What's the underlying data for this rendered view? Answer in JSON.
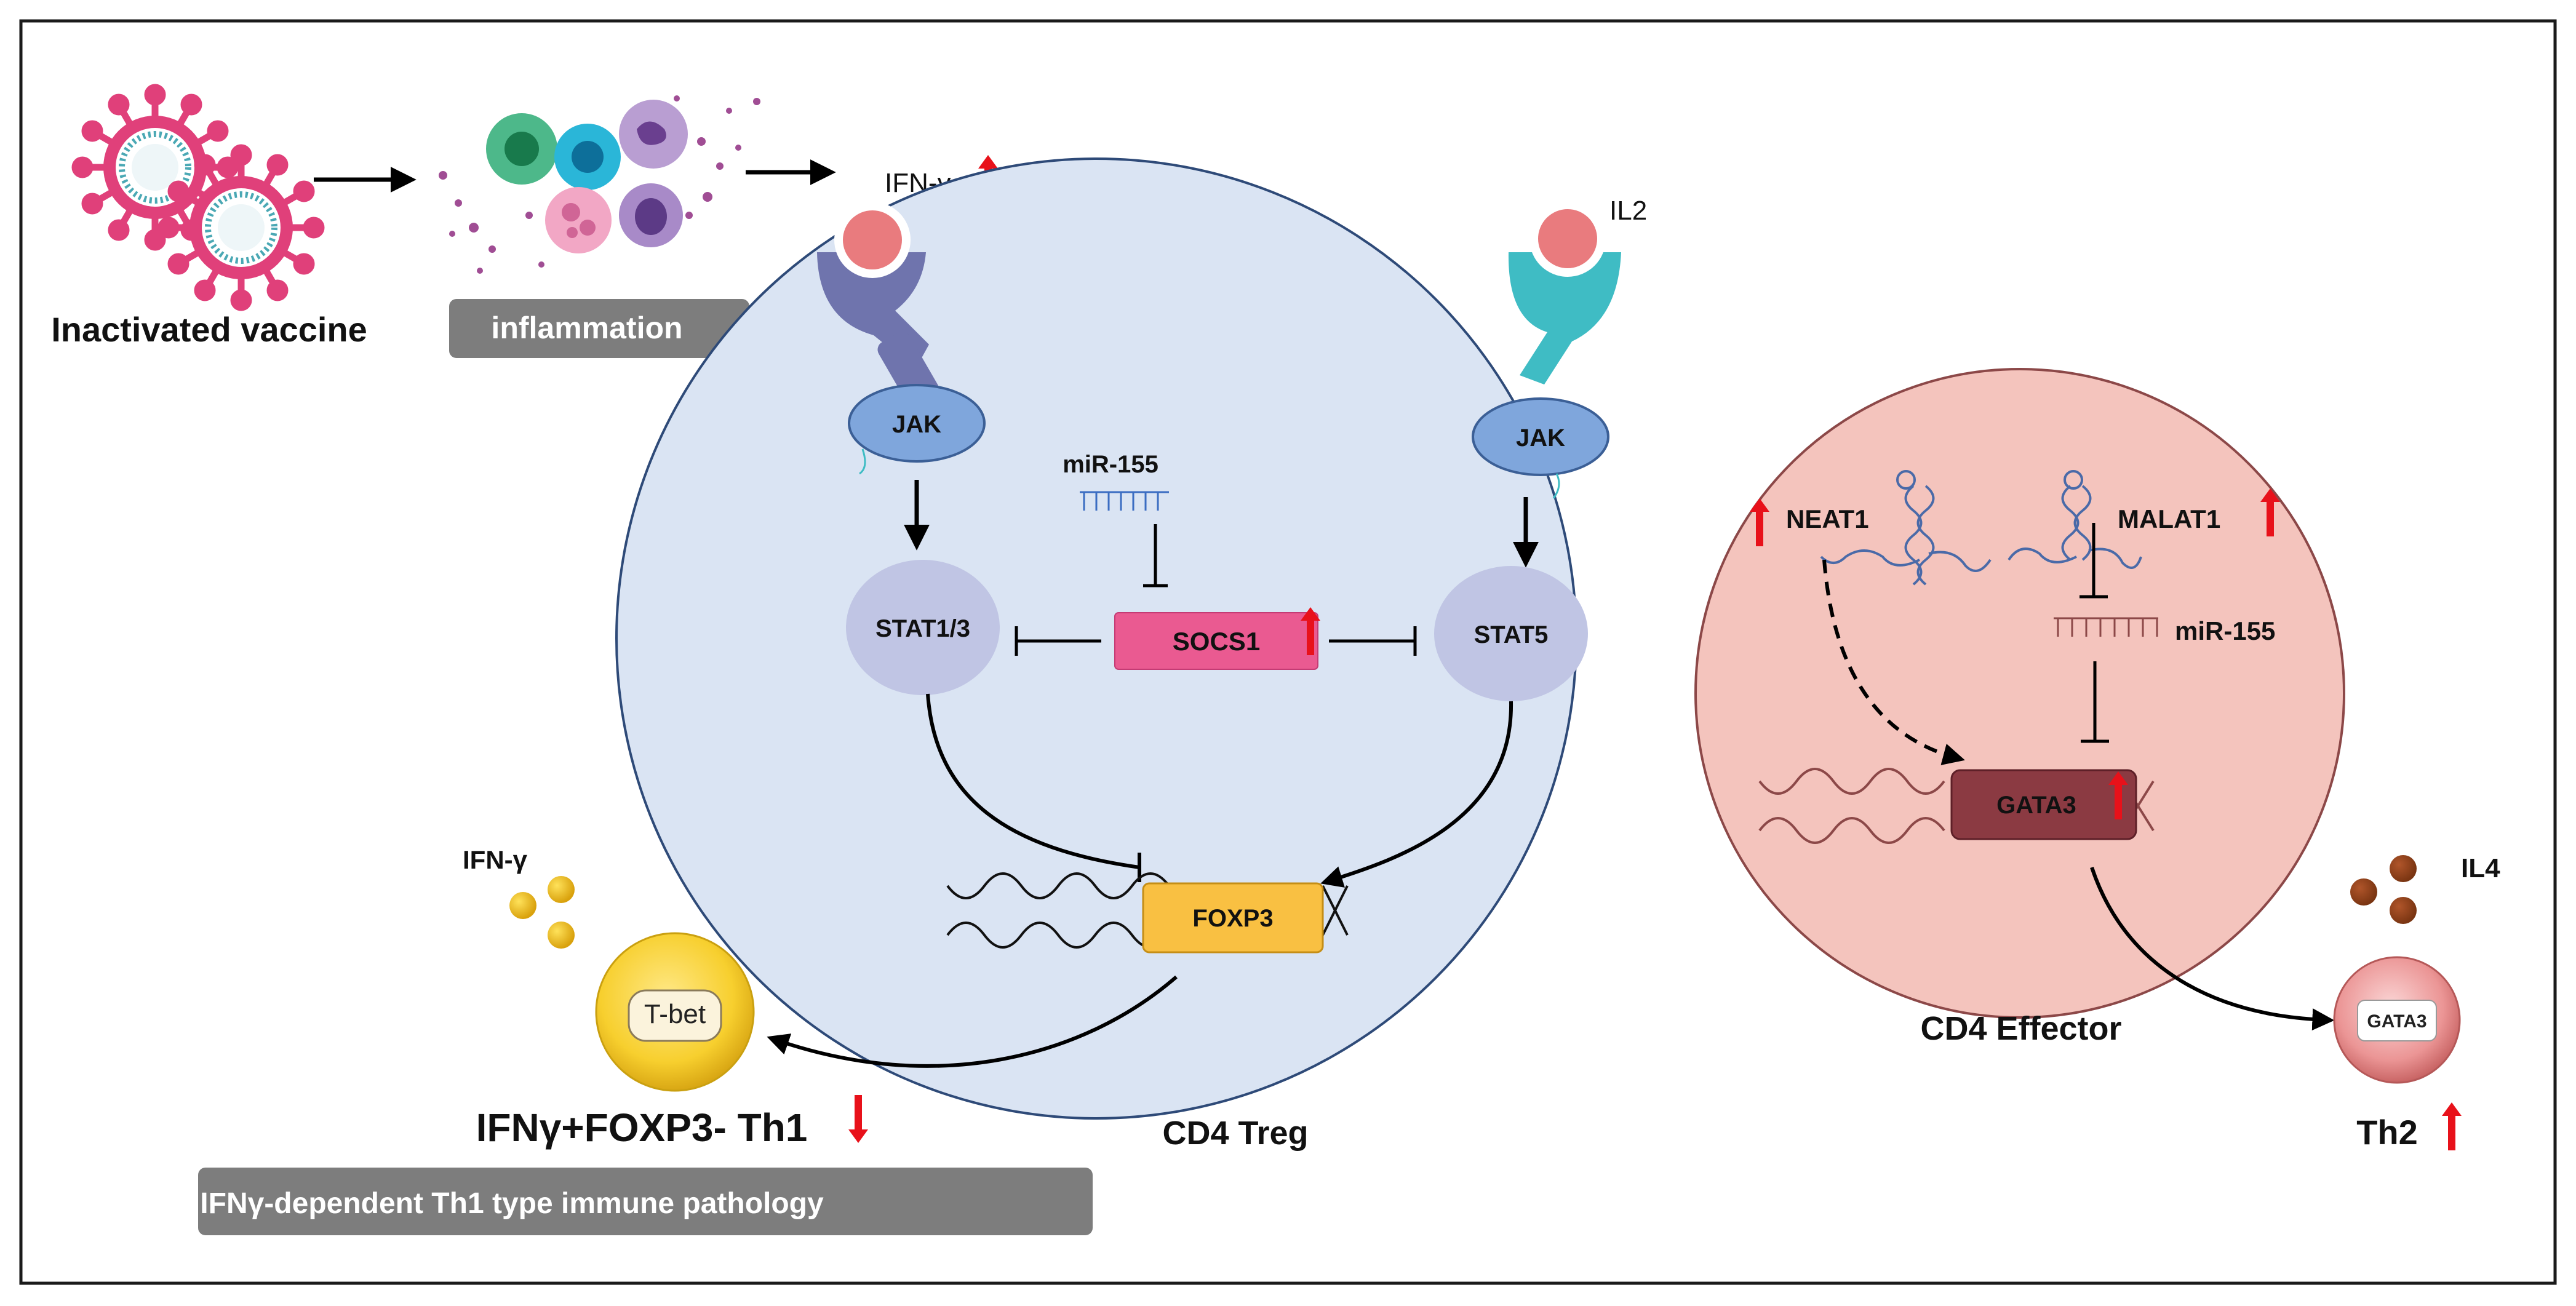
{
  "labels": {
    "inactivated_vaccine": "Inactivated vaccine",
    "inflammation": "inflammation",
    "ifn_gamma_top": "IFN-γ",
    "il2": "IL2",
    "jak_left": "JAK",
    "jak_right": "JAK",
    "mir155_treg": "miR-155",
    "stat13": "STAT1/3",
    "socs1": "SOCS1",
    "stat5": "STAT5",
    "foxp3": "FOXP3",
    "cd4_treg": "CD4 Treg",
    "ifn_gamma_th1": "IFN-γ",
    "tbet": "T-bet",
    "th1_title": "IFNγ+FOXP3- Th1",
    "th1_pathology": "IFNγ-dependent Th1 type immune pathology",
    "neat1": "NEAT1",
    "malat1": "MALAT1",
    "mir155_eff": "miR-155",
    "gata3": "GATA3",
    "cd4_effector": "CD4 Effector",
    "il4": "IL4",
    "gata3_cell": "GATA3",
    "th2": "Th2"
  },
  "colors": {
    "treg_cell": "#dae4f3",
    "treg_stroke": "#2e4a78",
    "effector_cell": "#f4c4bd",
    "effector_stroke": "#8c4848",
    "virus": "#e0407a",
    "jak": "#7fa6dc",
    "stat": "#c0c5e4",
    "socs1": "#ea5a91",
    "foxp3": "#f9c042",
    "gata3": "#8b3a42",
    "up_arrow": "#e8111a",
    "receptor_left": "#6f74ad",
    "receptor_right": "#3fbcc4",
    "ligand": "#e97b7e",
    "label_box": "#7d7d7d"
  },
  "indicators": {
    "ifn_gamma_top": "up",
    "socs1": "up",
    "neat1": "up",
    "malat1": "up",
    "gata3": "up",
    "th1": "down",
    "th2": "up"
  }
}
